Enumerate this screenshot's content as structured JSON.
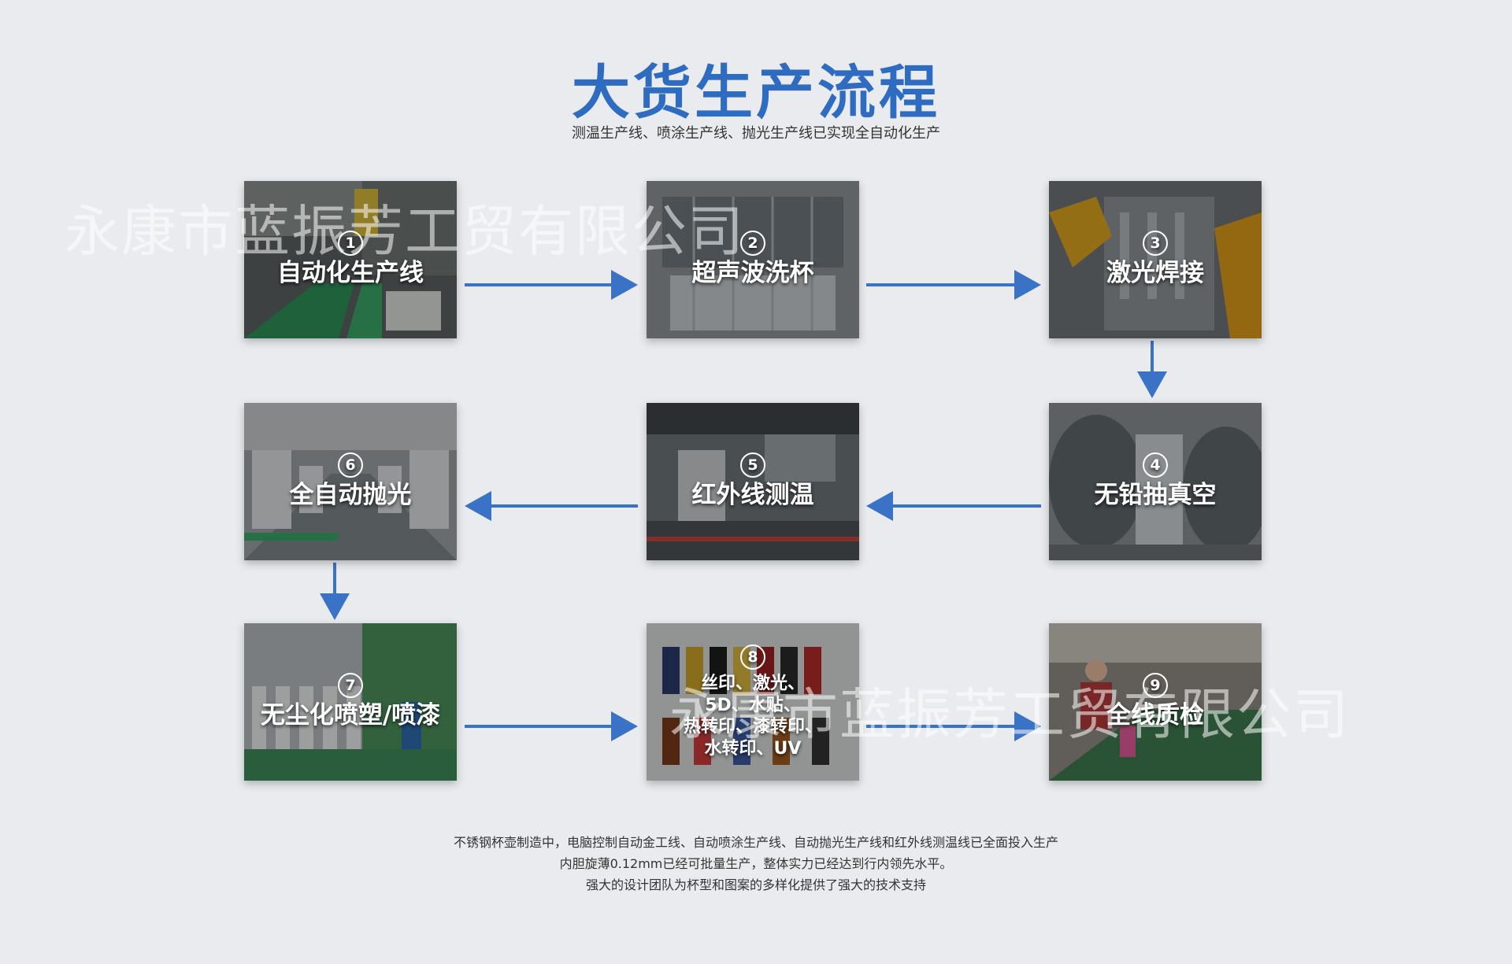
{
  "header": {
    "title": "大货生产流程",
    "subtitle": "测温生产线、喷涂生产线、抛光生产线已实现全自动化生产"
  },
  "watermark": "永康市蓝振芳工贸有限公司",
  "colors": {
    "accent": "#2d6cc0",
    "arrow": "#3a73c6"
  },
  "steps": [
    {
      "num": "1",
      "label": "自动化生产线"
    },
    {
      "num": "2",
      "label": "超声波洗杯"
    },
    {
      "num": "3",
      "label": "激光焊接"
    },
    {
      "num": "4",
      "label": "无铅抽真空"
    },
    {
      "num": "5",
      "label": "红外线测温"
    },
    {
      "num": "6",
      "label": "全自动抛光"
    },
    {
      "num": "7",
      "label": "无尘化喷塑/喷漆"
    },
    {
      "num": "8",
      "label_lines": [
        "丝印、激光、",
        "5D、水贴、",
        "热转印、漆转印、",
        "水转印、UV"
      ]
    },
    {
      "num": "9",
      "label": "全线质检"
    }
  ],
  "footer": [
    "不锈钢杯壶制造中，电脑控制自动金工线、自动喷涂生产线、自动抛光生产线和红外线测温线已全面投入生产",
    "内胆旋薄0.12mm已经可批量生产，整体实力已经达到行内领先水平。",
    "强大的设计团队为杯型和图案的多样化提供了强大的技术支持"
  ]
}
